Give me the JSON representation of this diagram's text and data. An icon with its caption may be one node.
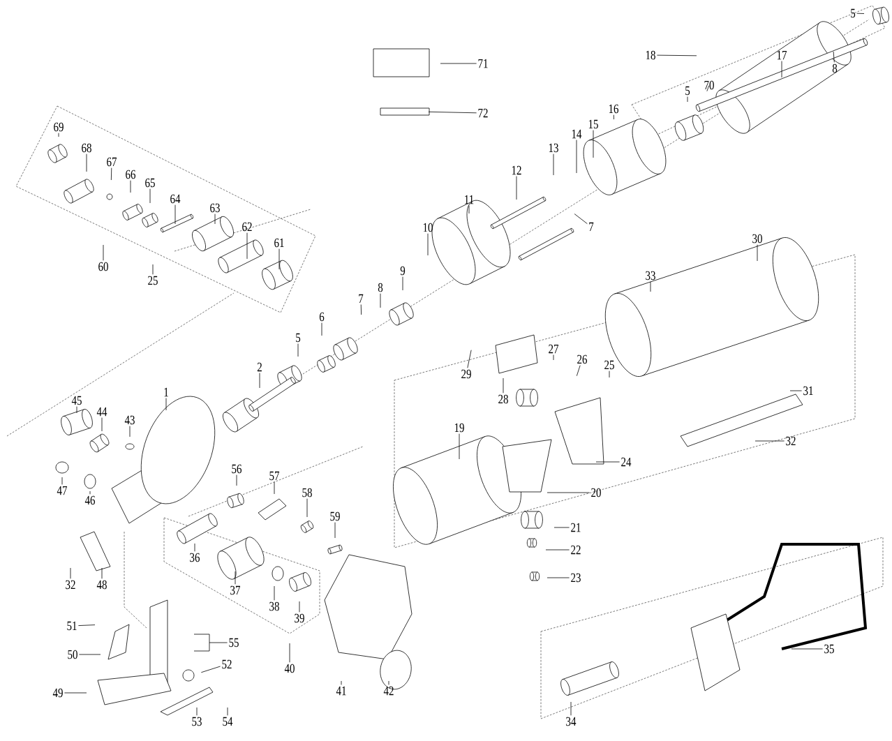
{
  "diagram": {
    "nodes": [
      {
        "text": [
          "5"
        ]
      },
      {
        "text": [
          "18"
        ]
      },
      {
        "text": [
          "17"
        ]
      },
      {
        "text": [
          "8"
        ]
      },
      {
        "text": [
          "71"
        ]
      },
      {
        "text": [
          "5"
        ]
      },
      {
        "text": [
          "70"
        ]
      },
      {
        "text": [
          "16"
        ]
      },
      {
        "text": [
          "72"
        ]
      },
      {
        "text": [
          "15"
        ]
      },
      {
        "text": [
          "69"
        ]
      },
      {
        "text": [
          "14"
        ]
      },
      {
        "text": [
          "68"
        ]
      },
      {
        "text": [
          "13"
        ]
      },
      {
        "text": [
          "67"
        ]
      },
      {
        "text": [
          "12"
        ]
      },
      {
        "text": [
          "66"
        ]
      },
      {
        "text": [
          "65"
        ]
      },
      {
        "text": [
          "11"
        ]
      },
      {
        "text": [
          "64"
        ]
      },
      {
        "text": [
          "63"
        ]
      },
      {
        "text": [
          "7"
        ]
      },
      {
        "text": [
          "10"
        ]
      },
      {
        "text": [
          "62"
        ]
      },
      {
        "text": [
          "30"
        ]
      },
      {
        "text": [
          "61"
        ]
      },
      {
        "text": [
          "60"
        ]
      },
      {
        "text": [
          "9"
        ]
      },
      {
        "text": [
          "33"
        ]
      },
      {
        "text": [
          "25"
        ]
      },
      {
        "text": [
          "8"
        ]
      },
      {
        "text": [
          "7"
        ]
      },
      {
        "text": [
          "6"
        ]
      },
      {
        "text": [
          "5"
        ]
      },
      {
        "text": [
          "27"
        ]
      },
      {
        "text": [
          "26"
        ]
      },
      {
        "text": [
          "25"
        ]
      },
      {
        "text": [
          "2"
        ]
      },
      {
        "text": [
          "29"
        ]
      },
      {
        "text": [
          "31"
        ]
      },
      {
        "text": [
          "1"
        ]
      },
      {
        "text": [
          "28"
        ]
      },
      {
        "text": [
          "45"
        ]
      },
      {
        "text": [
          "44"
        ]
      },
      {
        "text": [
          "43"
        ]
      },
      {
        "text": [
          "19"
        ]
      },
      {
        "text": [
          "32"
        ]
      },
      {
        "text": [
          "24"
        ]
      },
      {
        "text": [
          "56"
        ]
      },
      {
        "text": [
          "57"
        ]
      },
      {
        "text": [
          "47"
        ]
      },
      {
        "text": [
          "58"
        ]
      },
      {
        "text": [
          "20"
        ]
      },
      {
        "text": [
          "46"
        ]
      },
      {
        "text": [
          "59"
        ]
      },
      {
        "text": [
          "21"
        ]
      },
      {
        "text": [
          "22"
        ]
      },
      {
        "text": [
          "36"
        ]
      },
      {
        "text": [
          "23"
        ]
      },
      {
        "text": [
          "32"
        ]
      },
      {
        "text": [
          "48"
        ]
      },
      {
        "text": [
          "37"
        ]
      },
      {
        "text": [
          "38"
        ]
      },
      {
        "text": [
          "39"
        ]
      },
      {
        "text": [
          "51"
        ]
      },
      {
        "text": [
          "55"
        ]
      },
      {
        "text": [
          "35"
        ]
      },
      {
        "text": [
          "50"
        ]
      },
      {
        "text": [
          "52"
        ]
      },
      {
        "text": [
          "40"
        ]
      },
      {
        "text": [
          "41"
        ]
      },
      {
        "text": [
          "42"
        ]
      },
      {
        "text": [
          "49"
        ]
      },
      {
        "text": [
          "34"
        ]
      },
      {
        "text": [
          "53"
        ]
      },
      {
        "text": [
          "54"
        ]
      }
    ],
    "edges": [
      {
        "from": 0,
        "to": null,
        "arrow": "none"
      },
      {
        "from": 1,
        "to": null,
        "arrow": "none"
      },
      {
        "from": 2,
        "to": null,
        "arrow": "none"
      },
      {
        "from": 3,
        "to": null,
        "arrow": "none"
      },
      {
        "from": 4,
        "to": null,
        "arrow": "none"
      },
      {
        "from": 5,
        "to": null,
        "arrow": "none"
      },
      {
        "from": 6,
        "to": null,
        "arrow": "none"
      },
      {
        "from": 7,
        "to": null,
        "arrow": "none"
      },
      {
        "from": 8,
        "to": null,
        "arrow": "none"
      },
      {
        "from": 9,
        "to": null,
        "arrow": "none"
      },
      {
        "from": 10,
        "to": null,
        "arrow": "none"
      },
      {
        "from": 11,
        "to": null,
        "arrow": "none"
      },
      {
        "from": 12,
        "to": null,
        "arrow": "none"
      },
      {
        "from": 13,
        "to": null,
        "arrow": "none"
      },
      {
        "from": 14,
        "to": null,
        "arrow": "none"
      },
      {
        "from": 15,
        "to": null,
        "arrow": "none"
      },
      {
        "from": 16,
        "to": null,
        "arrow": "none"
      },
      {
        "from": 17,
        "to": null,
        "arrow": "none"
      },
      {
        "from": 18,
        "to": null,
        "arrow": "none"
      },
      {
        "from": 19,
        "to": null,
        "arrow": "none"
      },
      {
        "from": 20,
        "to": null,
        "arrow": "none"
      },
      {
        "from": 21,
        "to": null,
        "arrow": "none"
      },
      {
        "from": 22,
        "to": null,
        "arrow": "none"
      },
      {
        "from": 23,
        "to": null,
        "arrow": "none"
      },
      {
        "from": 24,
        "to": null,
        "arrow": "none"
      },
      {
        "from": 25,
        "to": null,
        "arrow": "none"
      },
      {
        "from": 26,
        "to": null,
        "arrow": "none"
      },
      {
        "from": 27,
        "to": null,
        "arrow": "none"
      },
      {
        "from": 28,
        "to": null,
        "arrow": "none"
      },
      {
        "from": 29,
        "to": null,
        "arrow": "none"
      },
      {
        "from": 30,
        "to": null,
        "arrow": "none"
      },
      {
        "from": 31,
        "to": null,
        "arrow": "none"
      },
      {
        "from": 32,
        "to": null,
        "arrow": "none"
      },
      {
        "from": 33,
        "to": null,
        "arrow": "none"
      },
      {
        "from": 34,
        "to": null,
        "arrow": "none"
      },
      {
        "from": 35,
        "to": null,
        "arrow": "none"
      },
      {
        "from": 36,
        "to": null,
        "arrow": "none"
      },
      {
        "from": 37,
        "to": null,
        "arrow": "none"
      },
      {
        "from": 38,
        "to": null,
        "arrow": "none"
      },
      {
        "from": 39,
        "to": null,
        "arrow": "none"
      },
      {
        "from": 40,
        "to": null,
        "arrow": "none"
      },
      {
        "from": 41,
        "to": null,
        "arrow": "none"
      },
      {
        "from": 42,
        "to": null,
        "arrow": "none"
      },
      {
        "from": 43,
        "to": null,
        "arrow": "none"
      },
      {
        "from": 44,
        "to": null,
        "arrow": "none"
      },
      {
        "from": 45,
        "to": null,
        "arrow": "none"
      },
      {
        "from": 46,
        "to": null,
        "arrow": "none"
      },
      {
        "from": 47,
        "to": null,
        "arrow": "none"
      },
      {
        "from": 48,
        "to": null,
        "arrow": "none"
      },
      {
        "from": 49,
        "to": null,
        "arrow": "none"
      },
      {
        "from": 50,
        "to": null,
        "arrow": "none"
      },
      {
        "from": 51,
        "to": null,
        "arrow": "none"
      },
      {
        "from": 52,
        "to": null,
        "arrow": "none"
      },
      {
        "from": 53,
        "to": null,
        "arrow": "none"
      },
      {
        "from": 54,
        "to": null,
        "arrow": "none"
      },
      {
        "from": 55,
        "to": null,
        "arrow": "none"
      },
      {
        "from": 56,
        "to": null,
        "arrow": "none"
      },
      {
        "from": 57,
        "to": null,
        "arrow": "none"
      },
      {
        "from": 58,
        "to": null,
        "arrow": "none"
      },
      {
        "from": 59,
        "to": null,
        "arrow": "none"
      },
      {
        "from": 60,
        "to": null,
        "arrow": "none"
      },
      {
        "from": 61,
        "to": null,
        "arrow": "none"
      },
      {
        "from": 62,
        "to": null,
        "arrow": "none"
      },
      {
        "from": 63,
        "to": null,
        "arrow": "none"
      },
      {
        "from": 64,
        "to": null,
        "arrow": "none"
      },
      {
        "from": 65,
        "to": null,
        "arrow": "none"
      },
      {
        "from": 66,
        "to": null,
        "arrow": "none"
      },
      {
        "from": 67,
        "to": null,
        "arrow": "none"
      },
      {
        "from": 68,
        "to": null,
        "arrow": "none"
      },
      {
        "from": 69,
        "to": null,
        "arrow": "none"
      },
      {
        "from": 70,
        "to": null,
        "arrow": "none"
      },
      {
        "from": 71,
        "to": null,
        "arrow": "none"
      },
      {
        "from": 72,
        "to": null,
        "arrow": "none"
      },
      {
        "from": 73,
        "to": null,
        "arrow": "none"
      },
      {
        "from": 74,
        "to": null,
        "arrow": "none"
      },
      {
        "from": 75,
        "to": null,
        "arrow": "none"
      }
    ]
  }
}
